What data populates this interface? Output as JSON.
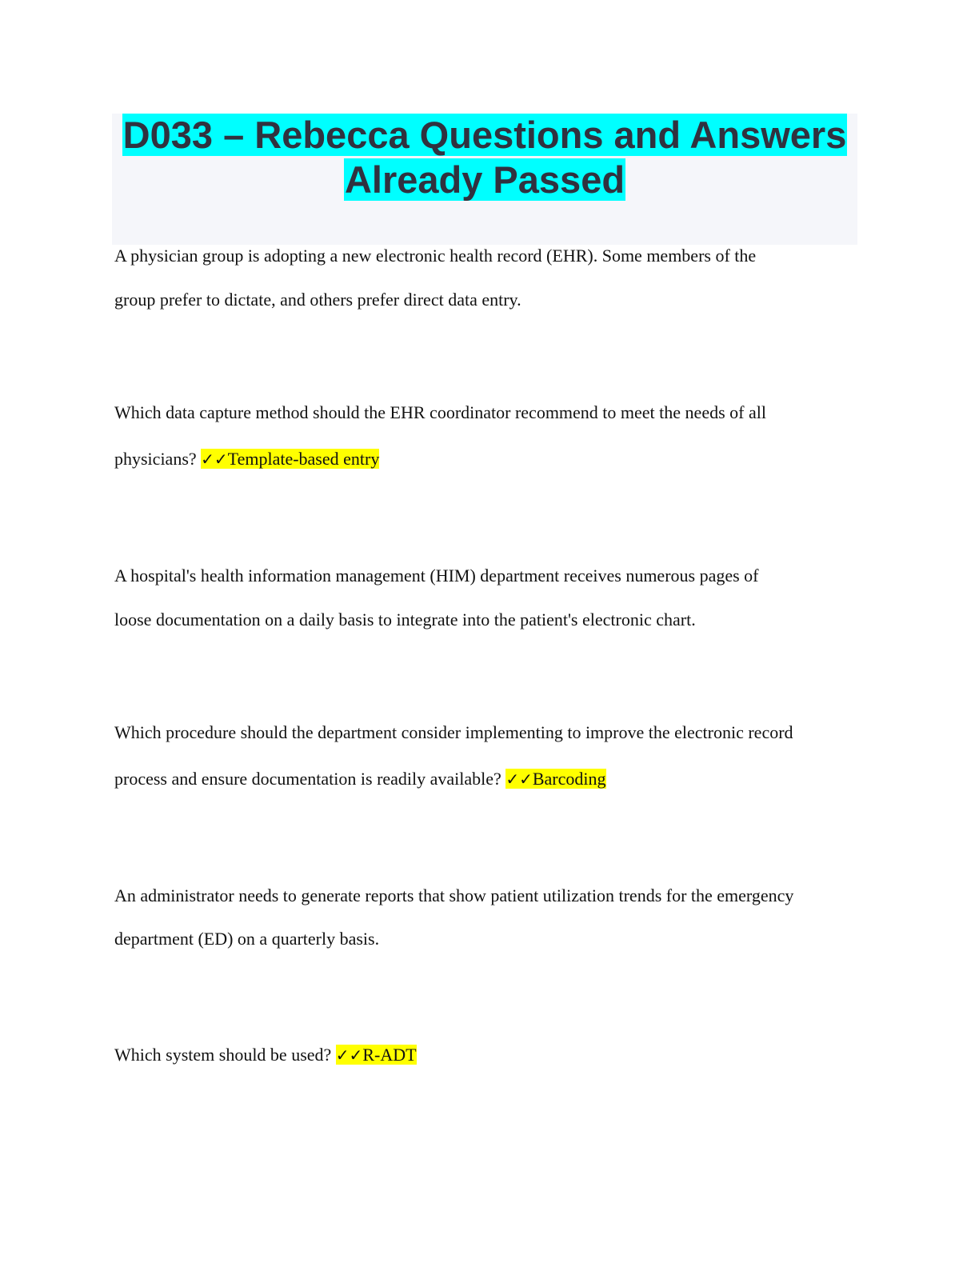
{
  "title": {
    "line1": "D033 – Rebecca Questions and Answers",
    "line2": "Already Passed"
  },
  "check_icon": "✓✓",
  "items": [
    {
      "lines": [
        "A physician group is adopting a new electronic health record (EHR). Some members of the",
        "group prefer to dictate, and others prefer direct data entry."
      ]
    },
    {
      "lines": [
        "Which data capture method should the EHR coordinator recommend to meet the needs of all",
        "physicians?"
      ],
      "answer": "Template-based entry"
    },
    {
      "lines": [
        "A hospital's health information management (HIM) department receives numerous pages of",
        "loose documentation on a daily basis to integrate into the patient's electronic chart."
      ]
    },
    {
      "lines": [
        "Which procedure should the department consider implementing to improve the electronic record",
        "process and ensure documentation is readily available?"
      ],
      "answer": "Barcoding"
    },
    {
      "lines": [
        "An administrator needs to generate reports that show patient utilization trends for the emergency",
        "department (ED) on a quarterly basis."
      ]
    },
    {
      "lines": [
        "Which system should be used?"
      ],
      "answer": "R-ADT"
    }
  ]
}
